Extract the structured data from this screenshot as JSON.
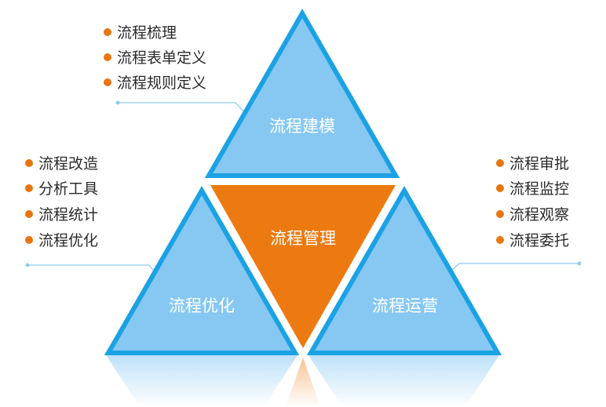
{
  "colors": {
    "blue_fill": "#87c8f3",
    "blue_stroke": "#1aa2e4",
    "orange_fill": "#ec7a10",
    "bullet": "#e8760f",
    "leader_line": "#8fcdf0",
    "text": "#2a2a2a",
    "label_text": "#ffffff"
  },
  "center": {
    "label": "流程管理"
  },
  "top": {
    "label": "流程建模",
    "items": [
      "流程梳理",
      "流程表单定义",
      "流程规则定义"
    ]
  },
  "left": {
    "label": "流程优化",
    "items": [
      "流程改造",
      "分析工具",
      "流程统计",
      "流程优化"
    ]
  },
  "right": {
    "label": "流程运营",
    "items": [
      "流程审批",
      "流程监控",
      "流程观察",
      "流程委托"
    ]
  }
}
